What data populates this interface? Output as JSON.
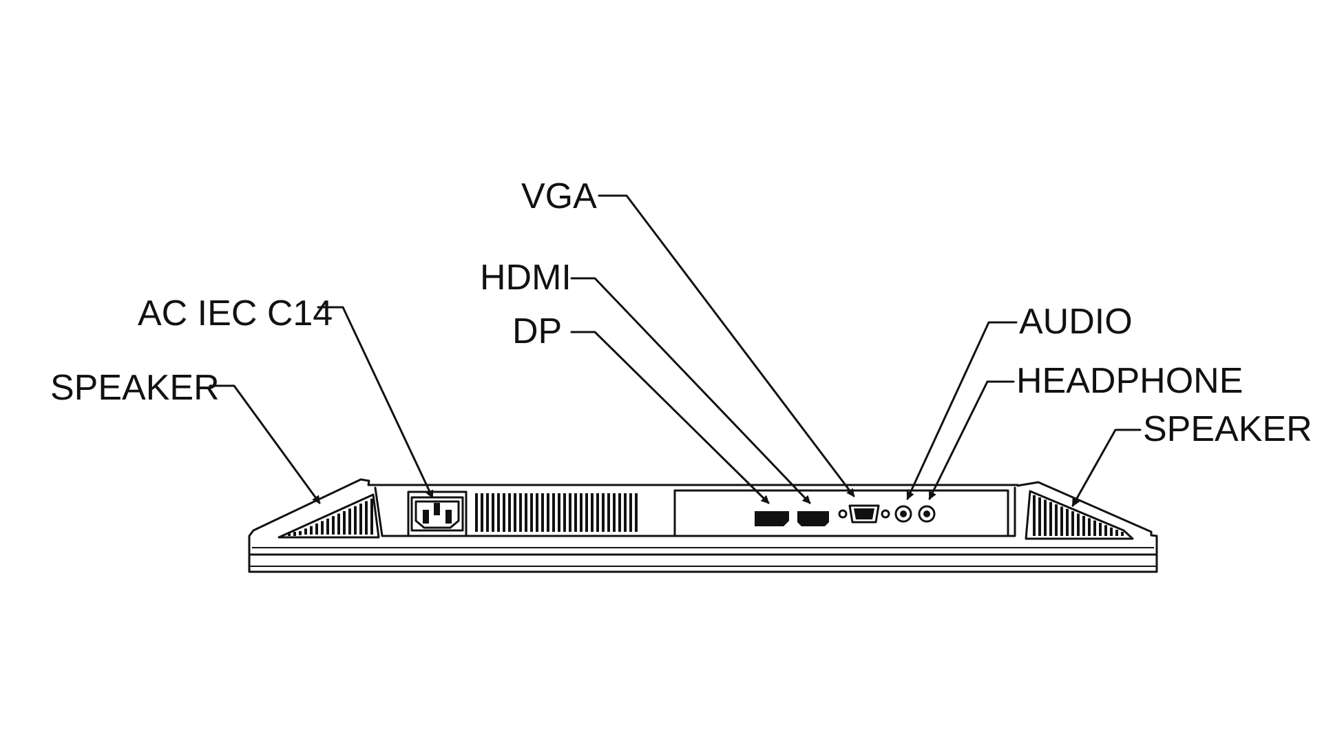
{
  "labels": {
    "speaker_left": "SPEAKER",
    "ac": "AC IEC C14",
    "hdmi": "HDMI",
    "dp": "DP",
    "vga": "VGA",
    "audio": "AUDIO",
    "headphone": "HEADPHONE",
    "speaker_right": "SPEAKER"
  }
}
